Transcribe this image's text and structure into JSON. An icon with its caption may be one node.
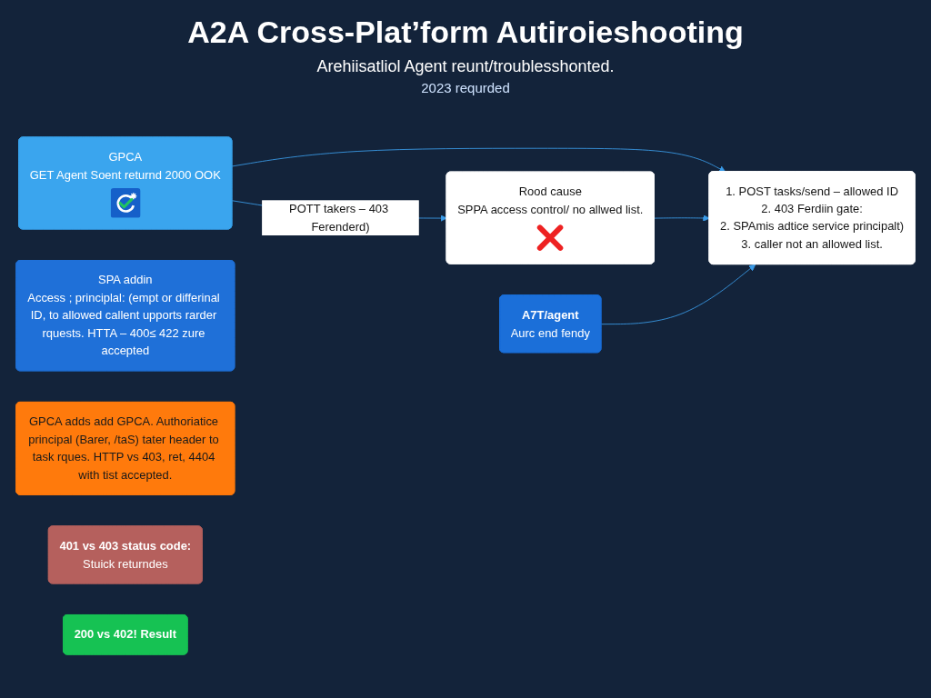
{
  "diagram": {
    "title": "A2A Cross-Plat’form Autiroieshooting",
    "nodes": [
      {
        "text": [
          "GPCA",
          "GET Agent Soent returnd 2000 OOK"
        ]
      },
      {
        "text": [
          "Rood cause",
          "SPPA access control/ no allwed list."
        ]
      },
      {
        "text": [
          "A7T/agent",
          "Aurc end fendy"
        ]
      },
      {
        "text": [
          "1. POST tasks/send – allowed ID",
          "2. 403 Ferdiin gate:",
          "2. SPAmis adtice service principalt)",
          "3. caller not an allowed list."
        ]
      },
      {
        "text": [
          "SPA addin",
          "Access ; principlal: (empt or differinal ID, to allowed callent upports rarder rquests. HTTA – 400≤ 422 zure accepted"
        ]
      },
      {
        "text": [
          "GPCA adds add GPCA. Authoriatice principal (Barer, /taS) tater header to task rques. HTTP vs 403, ret, 4404 with tist accepted."
        ]
      },
      {
        "text": [
          "401 vs 403 status code:",
          "Stuick returndes"
        ]
      },
      {
        "text": [
          "200 vs 402! Result"
        ]
      }
    ],
    "edges": [
      {
        "from": 0,
        "to": 1,
        "arrow": "to",
        "label": "POTT takers – 403 Ferenderd)"
      },
      {
        "from": 0,
        "to": 3,
        "arrow": "to"
      },
      {
        "from": 1,
        "to": 3,
        "arrow": "to"
      },
      {
        "from": 2,
        "to": 3,
        "arrow": "to"
      }
    ],
    "labels": [
      "Arehiisatliol Agent reunt/troublesshonted.",
      "2023 requrded"
    ]
  }
}
